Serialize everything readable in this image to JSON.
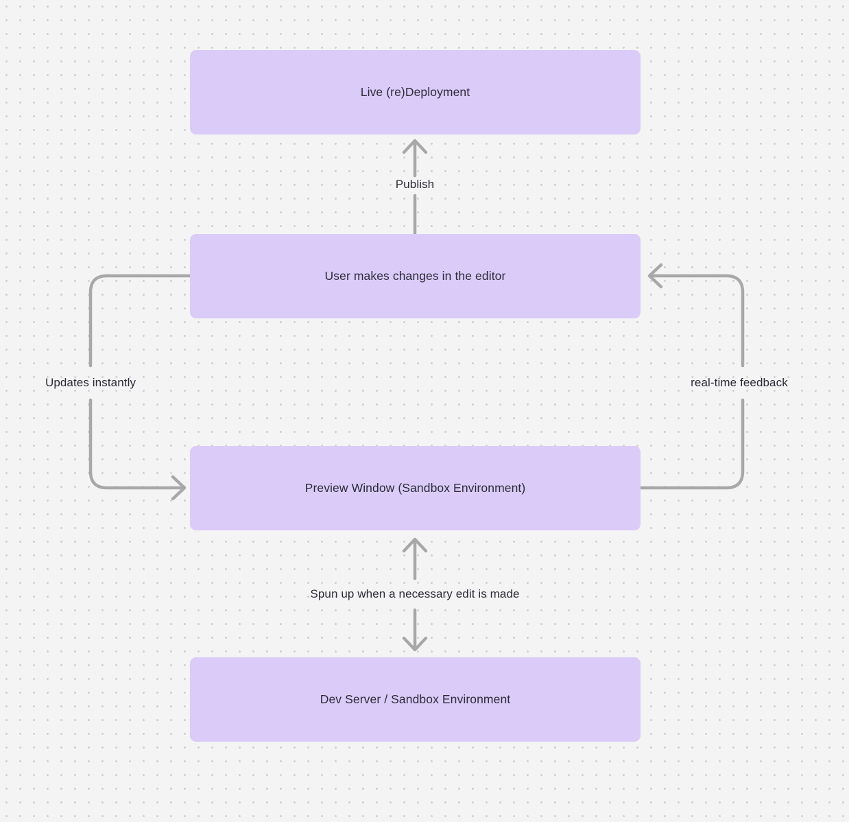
{
  "diagram": {
    "type": "flowchart",
    "background": {
      "color": "#f4f4f4",
      "dot_color": "#cfcfcf",
      "dot_spacing": 20
    },
    "node_fill": "#dbcbf8",
    "edge_color": "#a8a8a8",
    "text_color": "#2c2c38",
    "nodes": [
      {
        "id": "deploy",
        "label": "Live (re)Deployment"
      },
      {
        "id": "editor",
        "label": "User makes changes in the editor"
      },
      {
        "id": "preview",
        "label": "Preview Window (Sandbox Environment)"
      },
      {
        "id": "dev",
        "label": "Dev Server / Sandbox Environment"
      }
    ],
    "edges": [
      {
        "id": "publish",
        "from": "editor",
        "to": "deploy",
        "label": "Publish",
        "direction": "up"
      },
      {
        "id": "updates",
        "from": "editor",
        "to": "preview",
        "label": "Updates instantly",
        "direction": "left-loop"
      },
      {
        "id": "feedback",
        "from": "preview",
        "to": "editor",
        "label": "real-time feedback",
        "direction": "right-loop"
      },
      {
        "id": "spun",
        "from": "preview",
        "to": "dev",
        "label": "Spun up when a necessary edit is made",
        "direction": "bidirectional"
      }
    ]
  }
}
